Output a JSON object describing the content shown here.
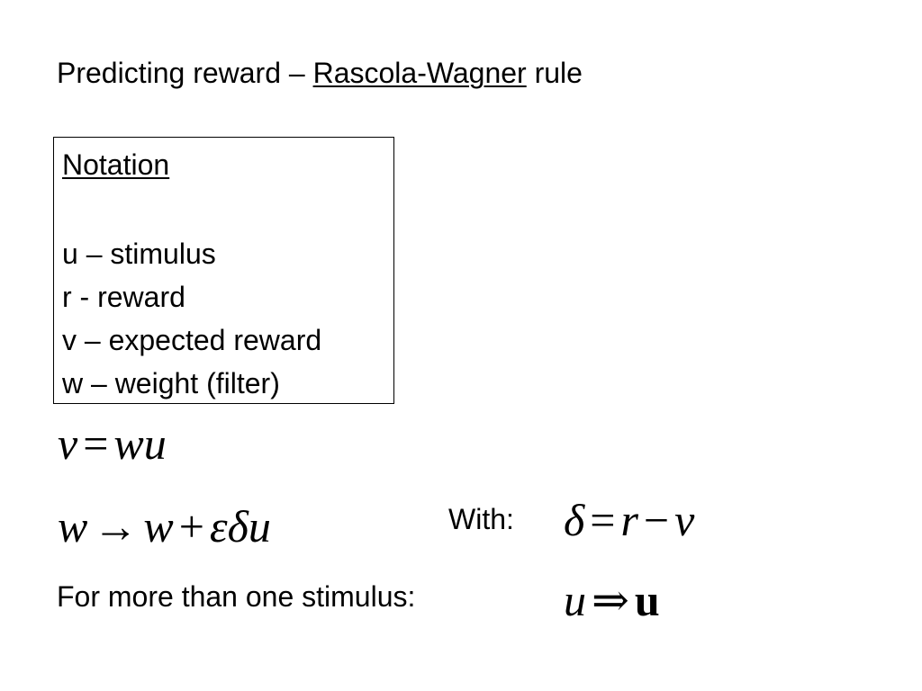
{
  "title": {
    "prefix": "Predicting reward – ",
    "link": "Rascola-Wagner",
    "suffix": " rule"
  },
  "notation": {
    "heading": "Notation",
    "items": [
      "u – stimulus",
      "r - reward",
      "v – expected reward",
      "w – weight (filter)"
    ]
  },
  "equations": {
    "eq1": {
      "lhs": "v",
      "op": "=",
      "rhs": "wu"
    },
    "eq2": {
      "lhs": "w",
      "op": "→",
      "rhs1": "w",
      "plus": "+",
      "rhs2": "εδu"
    },
    "eq3": {
      "lhs": "δ",
      "op": "=",
      "rhs1": "r",
      "minus": "−",
      "rhs2": "v"
    },
    "eq4": {
      "lhs": "u",
      "op": "⇒",
      "rhs": "u"
    }
  },
  "labels": {
    "with": "With:",
    "more_than_one": "For more than one stimulus:"
  }
}
